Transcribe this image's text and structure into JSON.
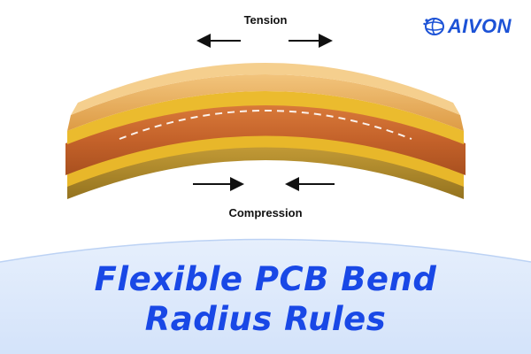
{
  "labels": {
    "tension": "Tension",
    "compression": "Compression"
  },
  "brand": {
    "name": "AIVON",
    "color": "#1c52d6"
  },
  "title": {
    "line1": "Flexible PCB Bend",
    "line2": "Radius Rules",
    "color": "#1948e6"
  },
  "colors": {
    "top_layer": "#e8a855",
    "yellow_layer": "#e8b72a",
    "copper_core": "#c7672c",
    "bottom_layer": "#b08a2c",
    "banner": "#dbe8fb",
    "arrow": "#111111"
  },
  "icons": {
    "brand_mark": "globe-signal-icon",
    "arrows": [
      "arrow-left-icon",
      "arrow-right-icon"
    ]
  }
}
